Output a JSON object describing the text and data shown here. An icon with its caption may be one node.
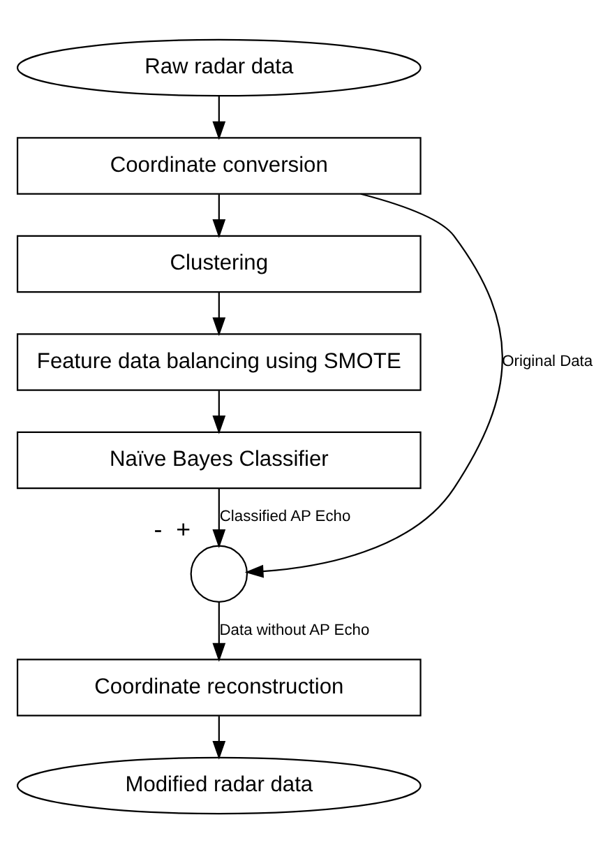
{
  "diagram": {
    "nodes": [
      {
        "text": [
          "Raw radar data"
        ]
      },
      {
        "text": [
          "Coordinate conversion"
        ]
      },
      {
        "text": [
          "Clustering"
        ]
      },
      {
        "text": [
          "Feature data balancing using SMOTE"
        ]
      },
      {
        "text": [
          "Naïve Bayes Classifier"
        ]
      },
      {
        "text": [],
        "shape": "circle",
        "beside": [
          "-",
          "+"
        ]
      },
      {
        "text": [
          "Coordinate reconstruction"
        ]
      },
      {
        "text": [
          "Modified radar data"
        ]
      }
    ],
    "edges": [
      {
        "from": 0,
        "to": 1,
        "arrow": "to"
      },
      {
        "from": 1,
        "to": 2,
        "arrow": "to"
      },
      {
        "from": 2,
        "to": 3,
        "arrow": "to"
      },
      {
        "from": 3,
        "to": 4,
        "arrow": "to"
      },
      {
        "from": 4,
        "to": 5,
        "arrow": "to",
        "label": "Classified AP Echo"
      },
      {
        "from": 1,
        "to": 5,
        "arrow": "to",
        "label": "Original Data"
      },
      {
        "from": 5,
        "to": 6,
        "arrow": "to",
        "label": "Data without AP Echo"
      },
      {
        "from": 6,
        "to": 7,
        "arrow": "to"
      }
    ]
  }
}
